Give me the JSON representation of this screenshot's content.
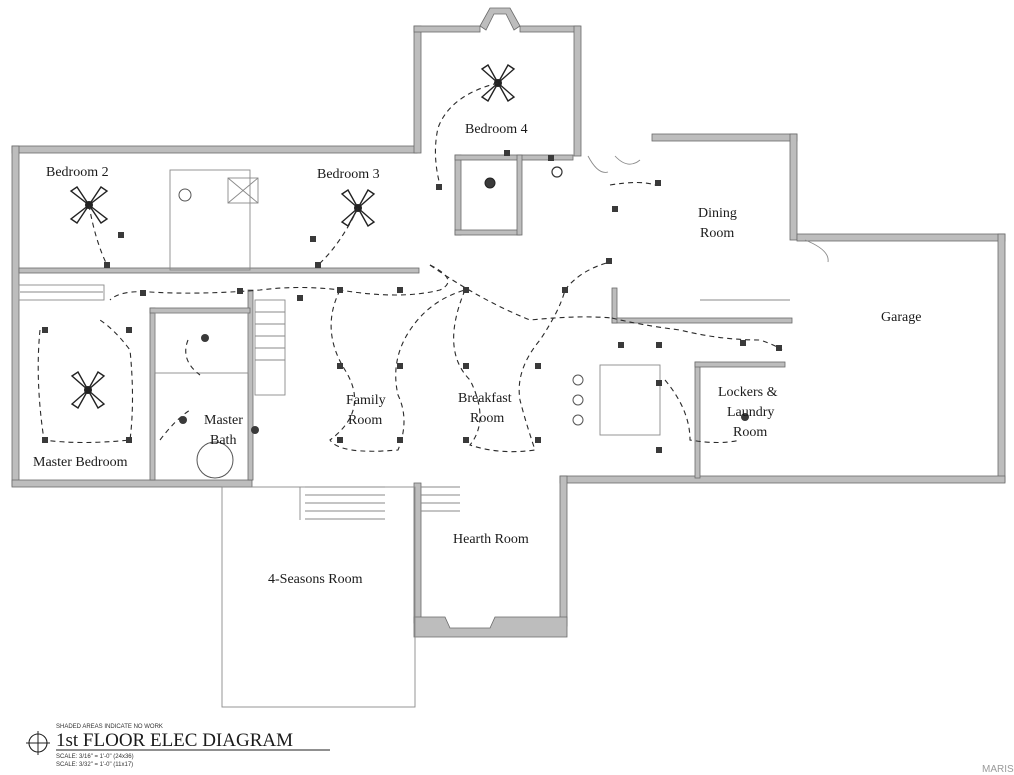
{
  "title": "1st FLOOR ELEC DIAGRAM",
  "note": "SHADED AREAS INDICATE NO WORK",
  "scale_lines": [
    "SCALE: 3/16\" = 1'-0\" (24x36)",
    "SCALE: 3/32\" = 1'-0\" (11x17)"
  ],
  "watermark": "MARIS",
  "rooms": {
    "bedroom2": "Bedroom 2",
    "bedroom3": "Bedroom 3",
    "bedroom4": "Bedroom 4",
    "dining_l1": "Dining",
    "dining_l2": "Room",
    "garage": "Garage",
    "family_l1": "Family",
    "family_l2": "Room",
    "breakfast_l1": "Breakfast",
    "breakfast_l2": "Room",
    "lockers_l1": "Lockers &",
    "lockers_l2": "Laundry",
    "lockers_l3": "Room",
    "masterbath_l1": "Master",
    "masterbath_l2": "Bath",
    "master_bedroom": "Master Bedroom",
    "hearth": "Hearth Room",
    "four_seasons": "4-Seasons Room"
  },
  "colors": {
    "wall": "#bdbdbd",
    "wire": "#2a2a2a",
    "text": "#1a1a1a"
  }
}
